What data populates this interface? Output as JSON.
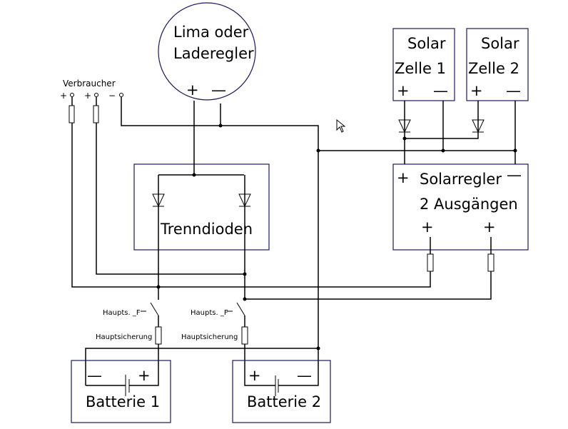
{
  "diagram": {
    "title": "Batteriekreis mit Solar und Lima",
    "lima": {
      "line1": "Lima oder",
      "line2": "Laderegler",
      "plus": "+",
      "minus": "—"
    },
    "solar1": {
      "line1": "Solar",
      "line2": "Zelle 1",
      "plus": "+",
      "minus": "—"
    },
    "solar2": {
      "line1": "Solar",
      "line2": "Zelle 2",
      "plus": "+",
      "minus": "—"
    },
    "solarregler": {
      "line1": "Solarregler",
      "line2": "2 Ausgängen",
      "plus": "+",
      "minus": "—",
      "out1": "+",
      "out2": "+"
    },
    "verbraucher": {
      "label": "Verbraucher",
      "t1": "+",
      "t2": "+",
      "t3": "−"
    },
    "trenndioden": {
      "label": "Trenndioden"
    },
    "switch1": {
      "label": "Haupts. _F"
    },
    "switch2": {
      "label": "Haupts. _F"
    },
    "fuse1": {
      "label": "Hauptsicherung"
    },
    "fuse2": {
      "label": "Hauptsicherung"
    },
    "battery1": {
      "label": "Batterie 1",
      "plus": "+",
      "minus": "—"
    },
    "battery2": {
      "label": "Batterie 2",
      "plus": "+",
      "minus": "—"
    }
  }
}
